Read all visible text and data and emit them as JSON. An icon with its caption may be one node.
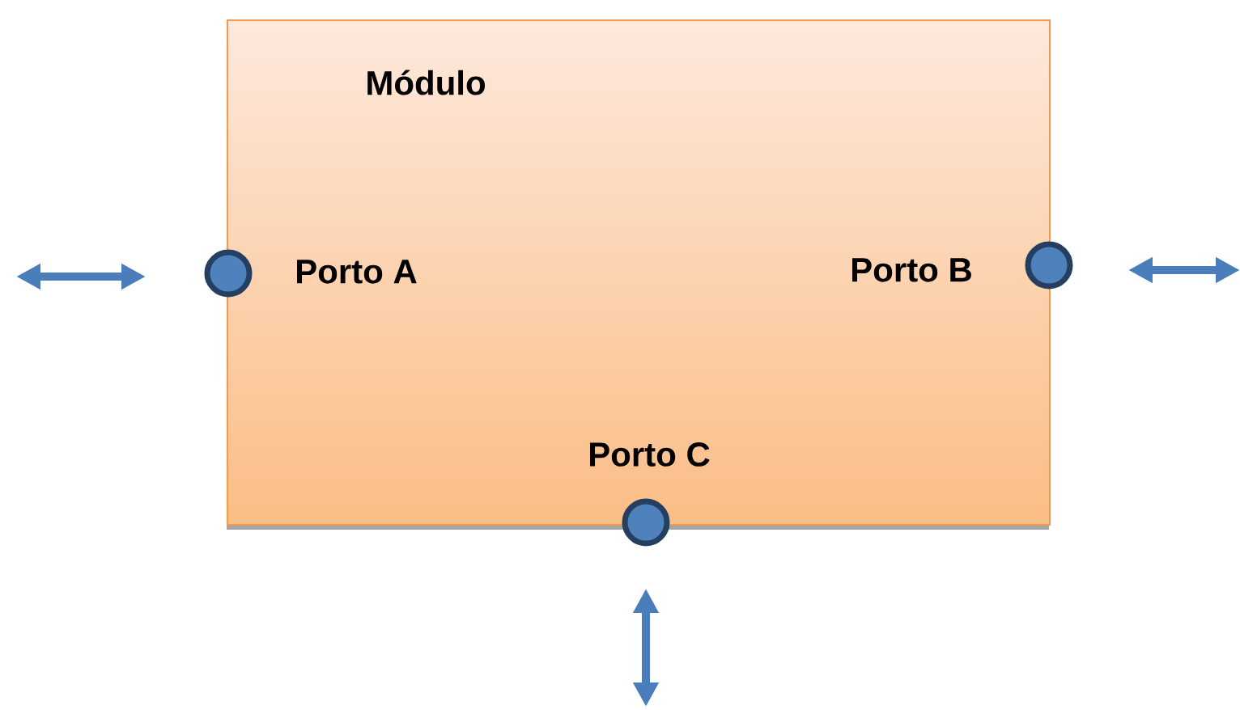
{
  "diagram": {
    "nodes": [
      {
        "text": [
          "Módulo"
        ]
      },
      {
        "text": [],
        "shape": "circle"
      },
      {
        "text": [],
        "shape": "circle"
      },
      {
        "text": [],
        "shape": "circle"
      }
    ],
    "labels": [
      "Porto A",
      "Porto B",
      "Porto C"
    ]
  }
}
